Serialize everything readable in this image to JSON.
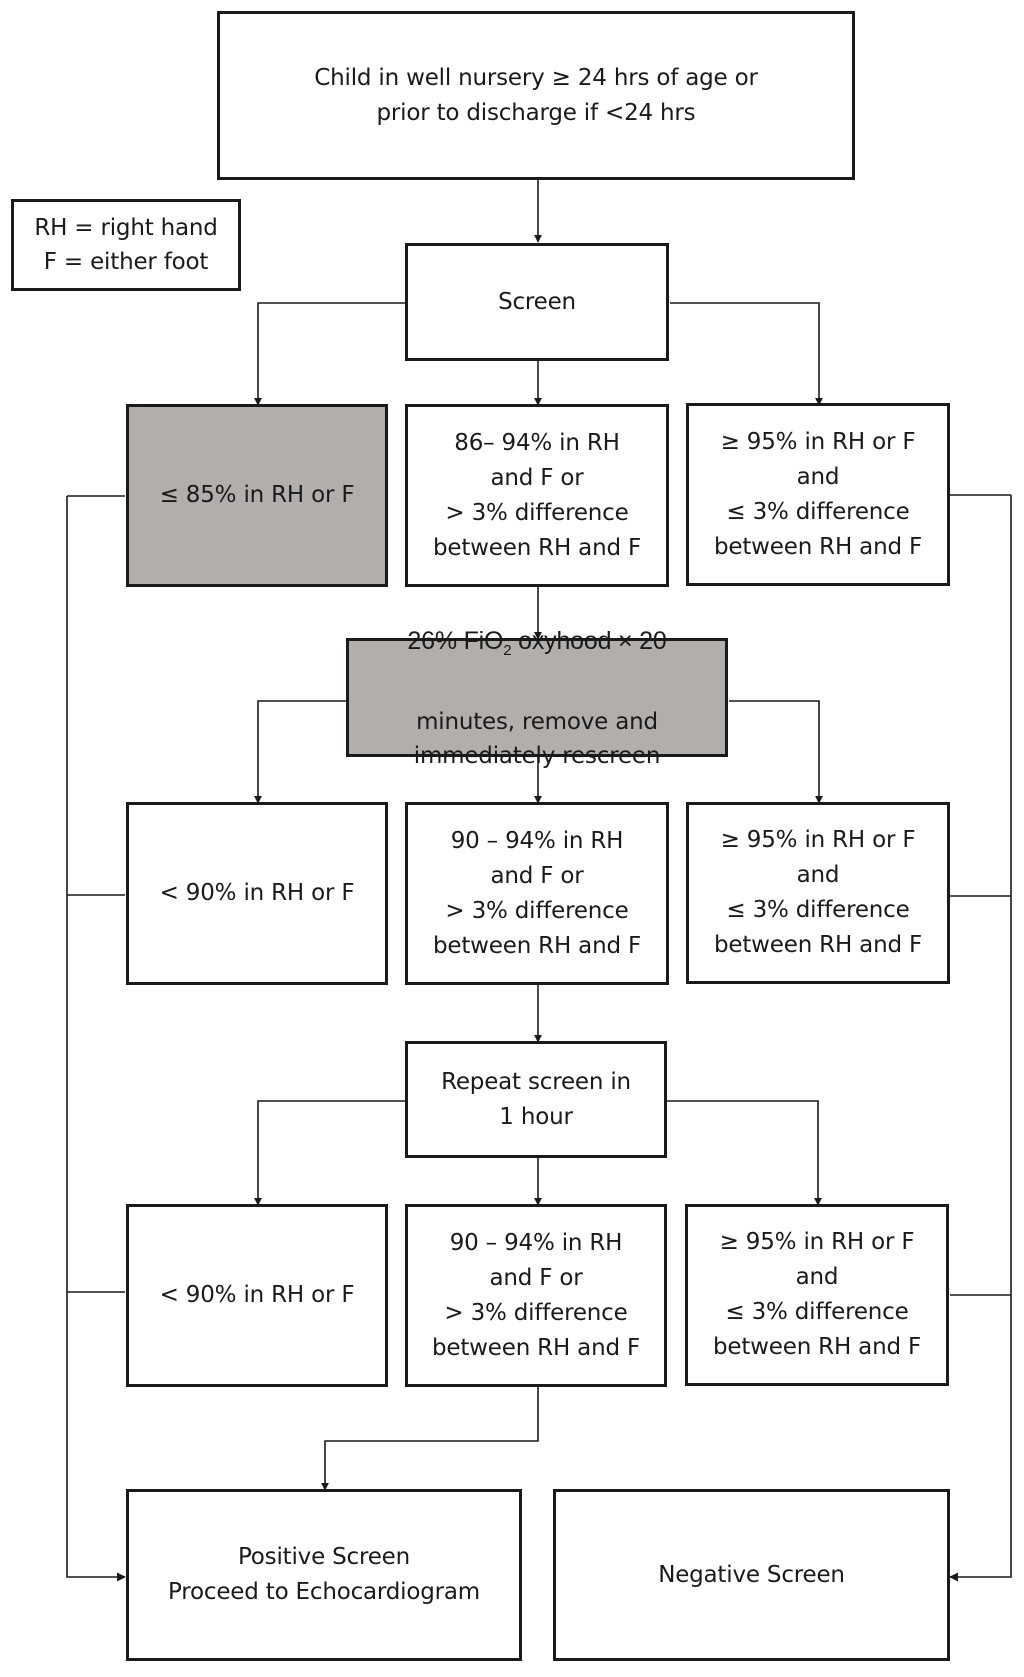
{
  "legend": {
    "text": "RH = right hand\nF = either foot"
  },
  "start": {
    "text": "Child in well nursery ≥ 24 hrs of age or\nprior to discharge if <24 hrs"
  },
  "screen": {
    "text": "Screen"
  },
  "row1": {
    "left": "≤ 85% in RH or F",
    "mid": "86– 94% in RH\nand F or\n> 3% difference\nbetween RH and F",
    "right": "≥ 95% in RH or F\nand\n≤ 3% difference\nbetween RH and F"
  },
  "oxyhood": {
    "line1_pre": "26% FiO",
    "line1_sub": "2",
    "line1_post": " oxyhood × 20",
    "rest": "minutes, remove and\nimmediately rescreen"
  },
  "row2": {
    "left": "< 90% in RH or F",
    "mid": "90 – 94% in RH\nand F or\n> 3% difference\nbetween RH and F",
    "right": "≥ 95% in RH or F\nand\n≤ 3% difference\nbetween RH and F"
  },
  "repeat": {
    "text": "Repeat screen in\n1 hour"
  },
  "row3": {
    "left": "< 90% in RH or F",
    "mid": "90 – 94% in RH\nand F or\n> 3% difference\nbetween RH and F",
    "right": "≥ 95% in RH or F\nand\n≤ 3% difference\nbetween RH and F"
  },
  "positive": {
    "text": "Positive Screen\nProceed to Echocardiogram"
  },
  "negative": {
    "text": "Negative Screen"
  },
  "colors": {
    "line": "#1a1a1a",
    "shaded_fill": "#b2aeac"
  }
}
